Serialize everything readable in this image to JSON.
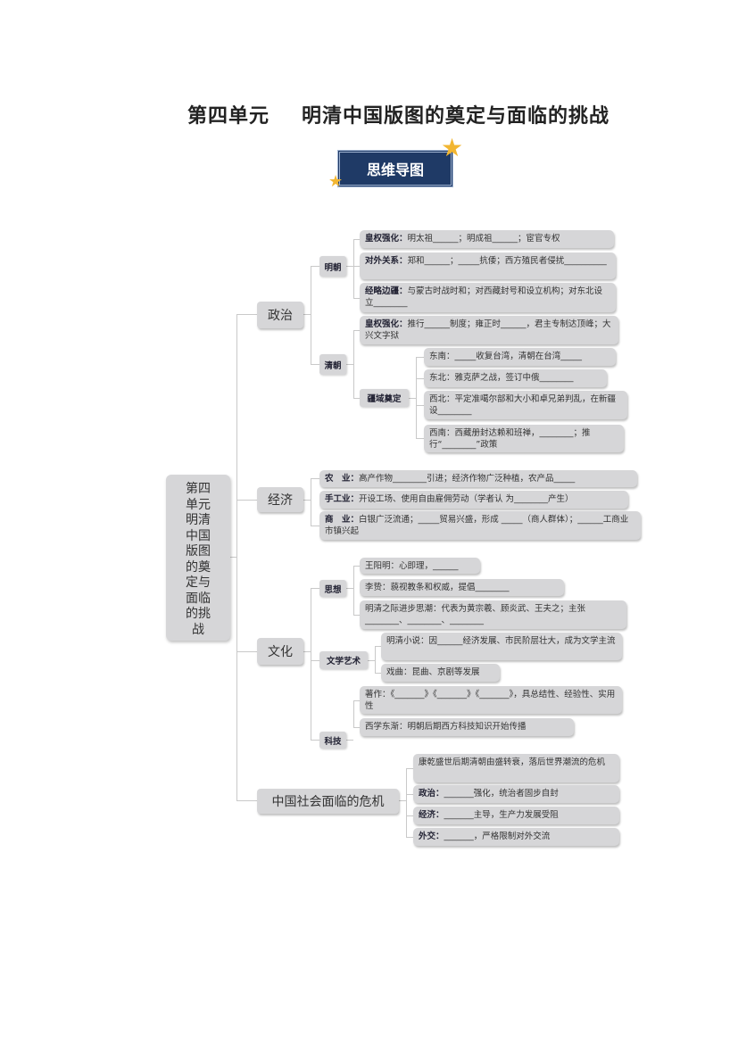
{
  "title": {
    "unit": "第四单元",
    "name": "明清中国版图的奠定与面临的挑战"
  },
  "badge": "思维导图",
  "root": [
    "第四",
    "单元",
    "明清",
    "中国",
    "版图",
    "的奠",
    "定与",
    "面临",
    "的挑",
    "战"
  ],
  "politics": {
    "label": "政治",
    "ming": {
      "label": "明朝",
      "items": [
        {
          "k": "皇权强化：",
          "t": "明太祖______；明成祖______；宦官专权"
        },
        {
          "k": "对外关系：",
          "t": "郑和______；_____抗倭；西方殖民者侵扰__________"
        },
        {
          "k": "经略边疆：",
          "t": "与蒙古时战时和；对西藏封号和设立机构；对东北设立________"
        }
      ]
    },
    "qing": {
      "label": "清朝",
      "power": {
        "k": "皇权强化：",
        "t": "推行______制度；雍正时______，君主专制达顶峰；大兴文字狱"
      },
      "territory": {
        "label": "疆域奠定",
        "items": [
          "东南：_____收复台湾，清朝在台湾_____",
          "东北：雅克萨之战，签订中俄________",
          "西北：平定准噶尔部和大小和卓兄弟判乱，在新疆设________",
          "西南：西藏册封达赖和班禅，________；推行“________”政策"
        ]
      }
    }
  },
  "economy": {
    "label": "经济",
    "items": [
      {
        "k": "农　业：",
        "t": "高产作物________引进；经济作物广泛种植，农产品_____"
      },
      {
        "k": "手工业：",
        "t": "开设工场、使用自由雇佣劳动（学者认 为________产生）"
      },
      {
        "k": "商　业：",
        "t": "白银广泛流通；_____贸易兴盛，形成 _____（商人群体）；______工商业市镇兴起"
      }
    ]
  },
  "culture": {
    "label": "文化",
    "thought": {
      "label": "思想",
      "items": [
        "王阳明：心即理，______",
        "李贽：藐视教条和权威，提倡________",
        "明清之际进步思潮：代表为黄宗羲、顾炎武、王夫之；主张________、________、________"
      ]
    },
    "arts": {
      "label": "文学艺术",
      "items": [
        "明清小说：因______经济发展、市民阶层壮大，成为文学主流",
        "戏曲：昆曲、京剧等发展"
      ]
    },
    "science": {
      "label": "科技",
      "items": [
        "著作：《_______》《_______》《_______》，具总结性、经验性、实用性",
        "西学东渐：明朝后期西方科技知识开始传播"
      ]
    }
  },
  "crisis": {
    "label": "中国社会面临的危机",
    "items": [
      {
        "k": "",
        "t": "康乾盛世后期清朝由盛转衰，落后世界潮流的危机"
      },
      {
        "k": "政治：",
        "t": "_______强化，统治者固步自封"
      },
      {
        "k": "经济：",
        "t": "_______主导，生产力发展受阻"
      },
      {
        "k": "外交：",
        "t": "_______，严格限制对外交流"
      }
    ]
  }
}
